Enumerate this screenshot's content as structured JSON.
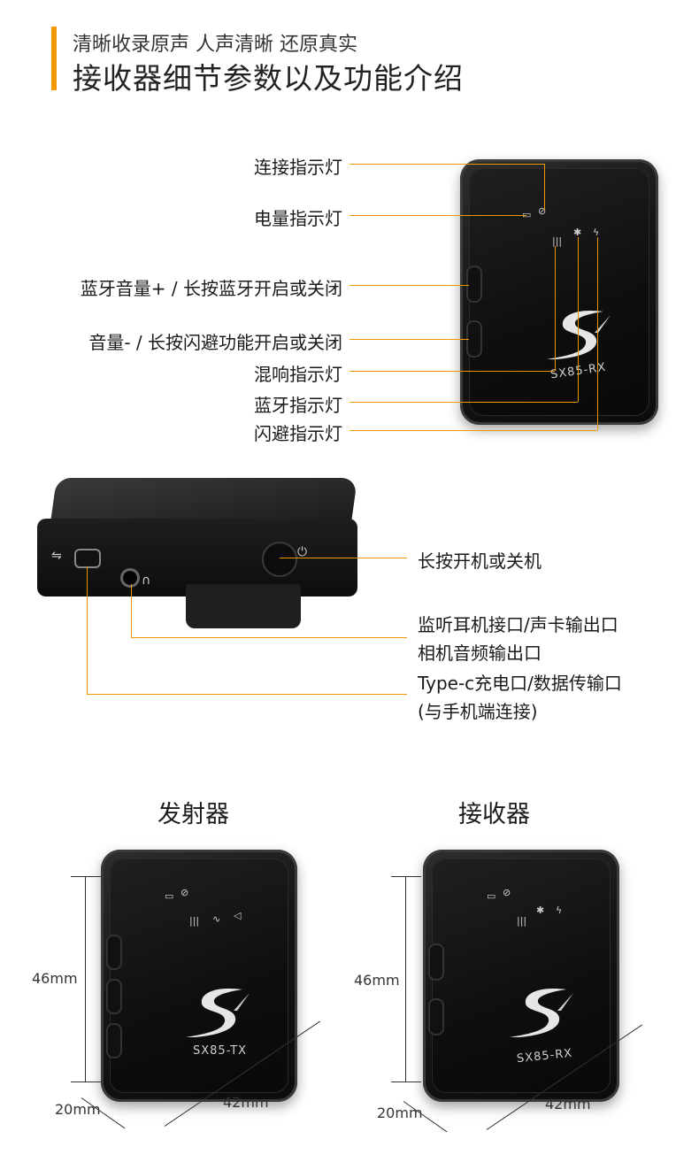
{
  "header": {
    "subtitle": "清晰收录原声 人声清晰 还原真实",
    "title": "接收器细节参数以及功能介绍"
  },
  "callouts_top": {
    "connect_led": "连接指示灯",
    "battery_led": "电量指示灯",
    "bt_vol_up": "蓝牙音量+ / 长按蓝牙开启或关闭",
    "vol_down": "音量- / 长按闪避功能开启或关闭",
    "reverb_led": "混响指示灯",
    "bt_led": "蓝牙指示灯",
    "ducking_led": "闪避指示灯"
  },
  "callouts_side": {
    "power": "长按开机或关机",
    "monitor_line1": "监听耳机接口/声卡输出口",
    "monitor_line2": "相机音频输出口",
    "typec_line1": "Type-c充电口/数据传输口",
    "typec_line2": "(与手机端连接)"
  },
  "devices": {
    "rx_model": "SX85-RX",
    "tx_model": "SX85-TX"
  },
  "dimensions": {
    "tx_title": "发射器",
    "rx_title": "接收器",
    "height": "46mm",
    "depth": "20mm",
    "width": "42mm"
  },
  "colors": {
    "accent": "#f39800",
    "device": "#111111"
  }
}
